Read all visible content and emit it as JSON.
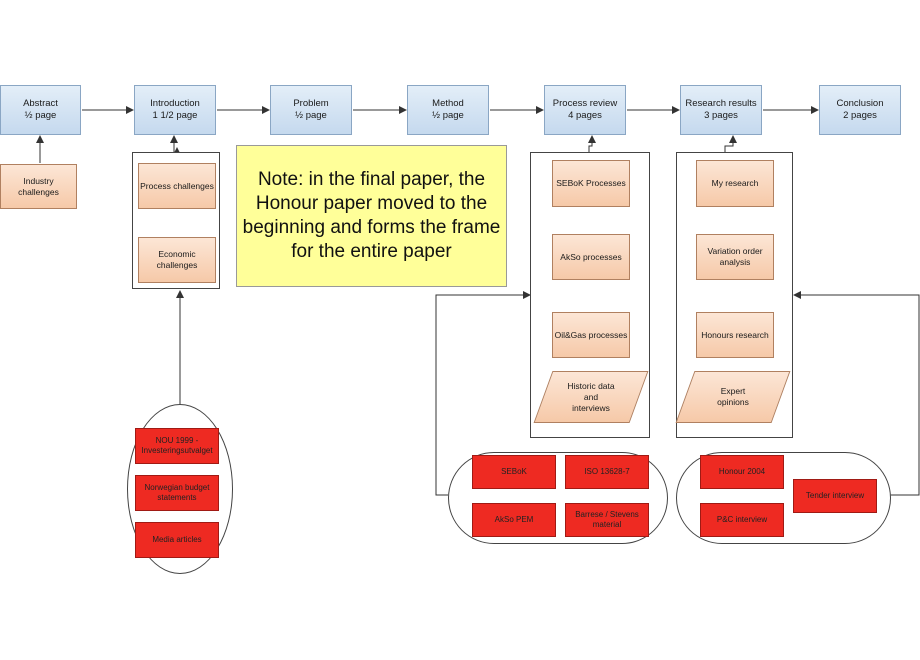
{
  "stages": {
    "abstract": {
      "title": "Abstract",
      "pages": "½ page"
    },
    "introduction": {
      "title": "Introduction",
      "pages": "1 1/2 page"
    },
    "problem": {
      "title": "Problem",
      "pages": "½ page"
    },
    "method": {
      "title": "Method",
      "pages": "½ page"
    },
    "process_review": {
      "title": "Process review",
      "pages": "4 pages"
    },
    "research_results": {
      "title": "Research results",
      "pages": "3 pages"
    },
    "conclusion": {
      "title": "Conclusion",
      "pages": "2 pages"
    }
  },
  "abstract_inputs": {
    "industry_challenges": [
      "Industry",
      "challenges"
    ]
  },
  "introduction_group": {
    "process_challenges": "Process challenges",
    "economic_challenges": [
      "Economic",
      "challenges"
    ]
  },
  "introduction_sources": {
    "nou_1999": [
      "NOU 1999 -",
      "Investeringsutvalget"
    ],
    "norwegian_budget": [
      "Norwegian budget",
      "statements"
    ],
    "media_articles": "Media articles"
  },
  "note": {
    "text": "Note: in the final paper, the Honour paper moved to the beginning and forms the frame for the entire paper"
  },
  "process_review_group": {
    "sebok_processes": "SEBoK Processes",
    "akso_processes": "AkSo processes",
    "oilgas_processes": "Oil&Gas processes",
    "historic_data": [
      "Historic data",
      "and",
      "interviews"
    ]
  },
  "process_review_sources": {
    "sebok": "SEBoK",
    "iso": "ISO 13628-7",
    "akso_pem": "AkSo PEM",
    "barrese": [
      "Barrese / Stevens",
      "material"
    ]
  },
  "research_results_group": {
    "my_research": "My research",
    "variation_order": [
      "Variation order",
      "analysis"
    ],
    "honours_research": "Honours research",
    "expert_opinions": [
      "Expert",
      "opinions"
    ]
  },
  "research_results_sources": {
    "honour_2004": "Honour 2004",
    "tender_interview": "Tender interview",
    "pc_interview": "P&C interview"
  },
  "colors": {
    "stage_fill": "#c5d9ee",
    "detail_fill": "#f6c9a8",
    "source_fill": "#ee2a22",
    "note_fill": "#ffff99",
    "connector": "#333333"
  }
}
